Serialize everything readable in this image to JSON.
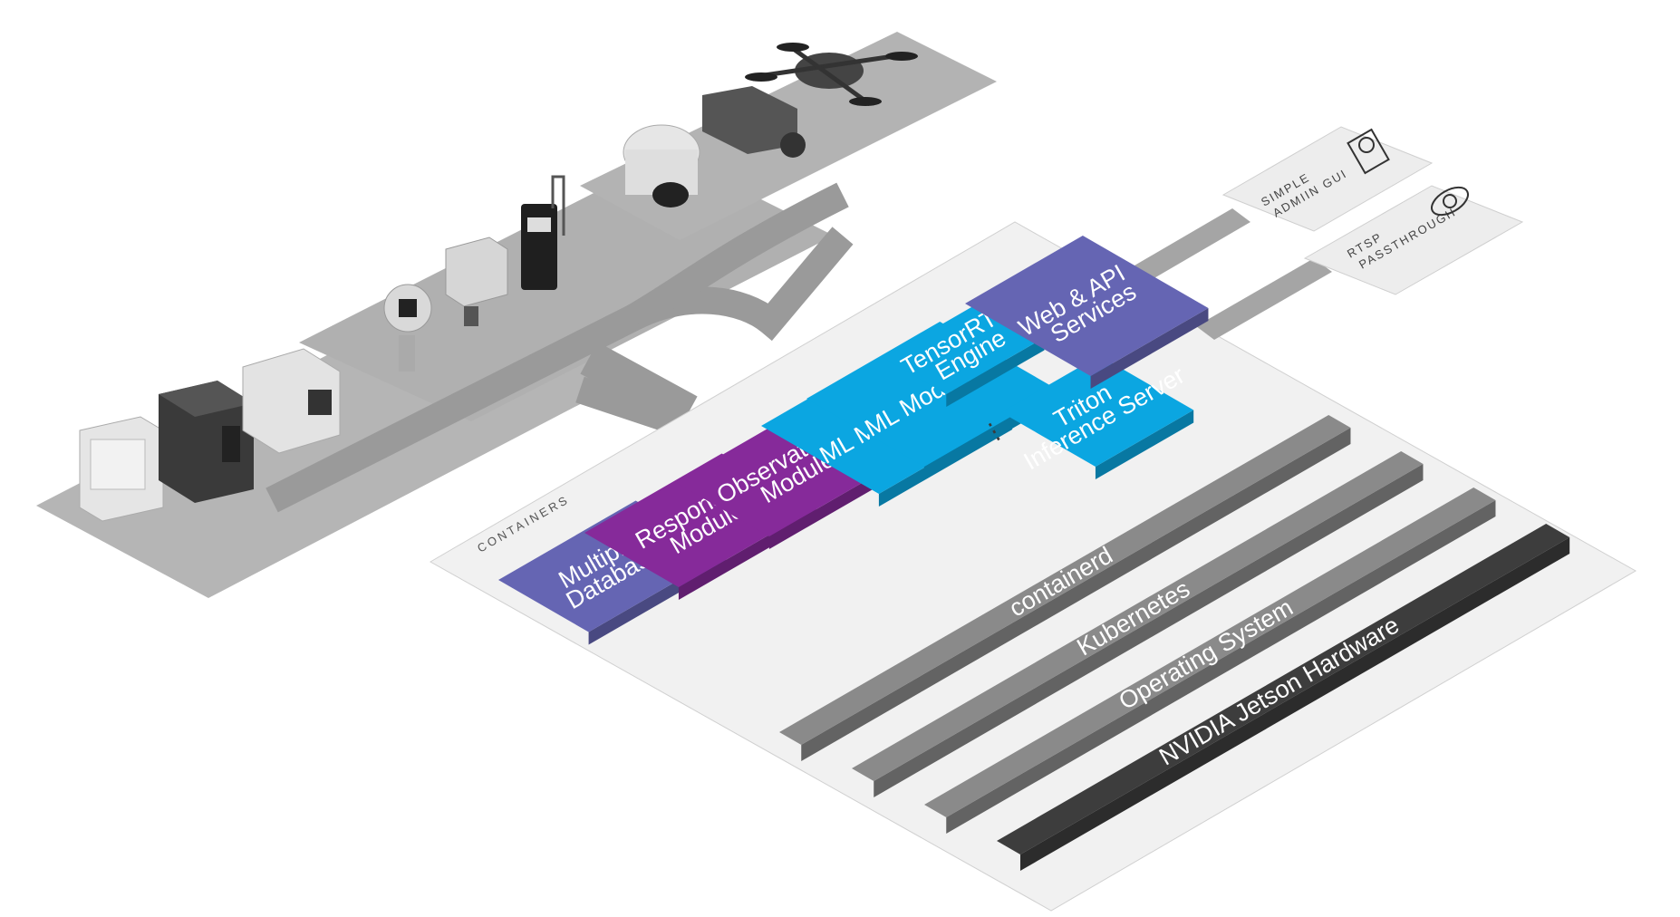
{
  "platform": {
    "containers_label": "CONTAINERS",
    "layers": [
      {
        "key": "containerd",
        "label": "containerd",
        "color": "#8a8a8a"
      },
      {
        "key": "kubernetes",
        "label": "Kubernetes",
        "color": "#8a8a8a"
      },
      {
        "key": "os",
        "label": "Operating System",
        "color": "#8a8a8a"
      },
      {
        "key": "hardware",
        "label": "NVIDIA Jetson Hardware",
        "color": "#3d3d3d"
      }
    ],
    "modules": {
      "databases": {
        "line1": "Multiple",
        "line2": "Databases",
        "color": "#6565b3"
      },
      "response": {
        "line1": "Response",
        "line2": "Module",
        "color": "#862a9a"
      },
      "observation": {
        "line1": "Observation",
        "line2": "Module",
        "color": "#862a9a"
      },
      "ml1": {
        "line1": "ML Module 1",
        "color": "#0ba6e1"
      },
      "ml2": {
        "line1": "ML Module 2",
        "color": "#0ba6e1"
      },
      "ellipsis": "⋮",
      "tensorrt": {
        "line1": "TensorRT",
        "line2": "Engine",
        "color": "#0ba6e1"
      },
      "triton": {
        "line1": "Triton",
        "line2": "Inference Server",
        "color": "#0ba6e1"
      },
      "web": {
        "line1": "Web & API",
        "line2": "Services",
        "color": "#6565b3"
      }
    }
  },
  "outputs": {
    "admin_gui": {
      "line1": "SIMPLE",
      "line2": "ADMIIN GUI",
      "icon": "gear-document-icon"
    },
    "rtsp": {
      "line1": "RTSP",
      "line2": "PASSTHROUGH",
      "icon": "eye-gear-icon"
    }
  },
  "devices": [
    {
      "name": "plc-controller-icon"
    },
    {
      "name": "variable-frequency-drive-icon"
    },
    {
      "name": "io-module-icon"
    },
    {
      "name": "pressure-transmitter-icon"
    },
    {
      "name": "gas-detector-icon"
    },
    {
      "name": "handheld-meter-icon"
    },
    {
      "name": "dome-thermal-camera-icon"
    },
    {
      "name": "box-camera-icon"
    },
    {
      "name": "drone-icon"
    }
  ]
}
